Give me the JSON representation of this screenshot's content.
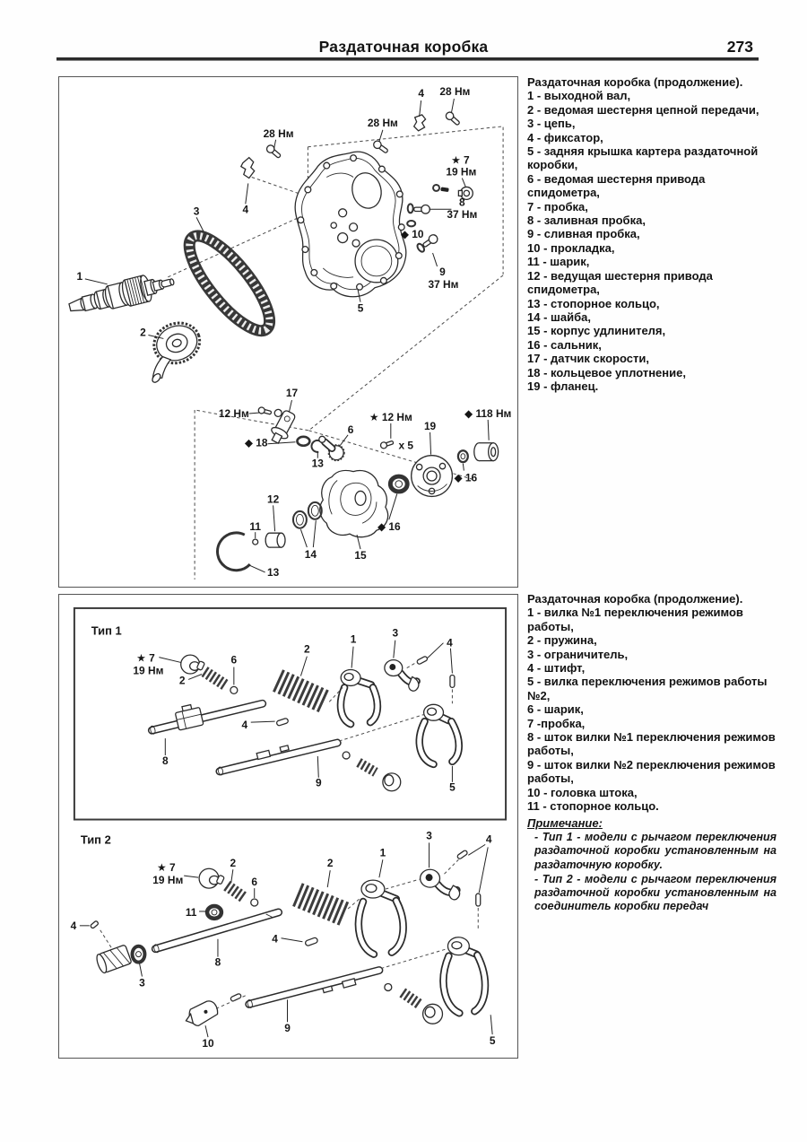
{
  "page": {
    "title": "Раздаточная коробка",
    "number": "273"
  },
  "parts_list_top": {
    "title": "Раздаточная коробка (продолжение).",
    "items": [
      "1 - выходной вал,",
      "2 - ведомая шестерня цепной передачи,",
      "3 - цепь,",
      "4 - фиксатор,",
      "5 - задняя крышка картера раздаточной коробки,",
      "6 - ведомая шестерня привода спидометра,",
      "7 - пробка,",
      "8 - заливная пробка,",
      "9 - сливная пробка,",
      "10 - прокладка,",
      "11 - шарик,",
      "12 - ведущая шестерня привода спидометра,",
      "13 - стопорное кольцо,",
      "14 - шайба,",
      "15 - корпус удлинителя,",
      "16 - сальник,",
      "17 - датчик скорости,",
      "18 - кольцевое уплотнение,",
      "19 - фланец."
    ]
  },
  "parts_list_bottom": {
    "title": "Раздаточная коробка (продолжение).",
    "items": [
      "1 - вилка №1 переключения режимов работы,",
      "2 - пружина,",
      "3 - ограничитель,",
      "4 - штифт,",
      "5 - вилка переключения режимов работы №2,",
      "6 - шарик,",
      "7 -пробка,",
      "8 - шток вилки №1 переключения режимов работы,",
      "9 - шток вилки №2 переключения режимов работы,",
      "10 - головка штока,",
      "11 - стопорное кольцо."
    ],
    "note_heading": "Примечание:",
    "notes": [
      "- Тип 1 - модели с рычагом переключения раздаточной коробки установленным на раздаточную коробку.",
      "- Тип 2 - модели с рычагом переключения раздаточной коробки установленным на соединитель коробки передач"
    ]
  },
  "diagram_top": {
    "labels": {
      "p1": "1",
      "p2": "2",
      "p3": "3",
      "p4a": "4",
      "p4b": "4",
      "p5": "5",
      "p6": "6",
      "p8": "8",
      "p9": "9",
      "p10": "◆ 10",
      "p11": "11",
      "p12": "12",
      "p13a": "13",
      "p13b": "13",
      "p14": "14",
      "p15": "15",
      "p16a": "◆ 16",
      "p16b": "◆ 16",
      "p17": "17",
      "p18": "◆ 18",
      "p19": "19",
      "star7": "★ 7",
      "t19": "19 Нм",
      "t28a": "28 Нм",
      "t28b": "28 Нм",
      "t28c": "28 Нм",
      "t37a": "37 Нм",
      "t37b": "37 Нм",
      "t12": "12 Нм",
      "star12": "★ 12 Нм",
      "x5": "x 5",
      "t118": "◆ 118 Нм"
    }
  },
  "diagram_bottom": {
    "type1_title": "Тип 1",
    "type2_title": "Тип 2",
    "t1": {
      "star7": "★ 7",
      "t19": "19 Нм",
      "p1": "1",
      "p2a": "2",
      "p2b": "2",
      "p3": "3",
      "p4a": "4",
      "p4b": "4",
      "p5": "5",
      "p6": "6",
      "p8": "8",
      "p9": "9"
    },
    "t2": {
      "star7": "★ 7",
      "t19": "19 Нм",
      "p1": "1",
      "p2a": "2",
      "p2b": "2",
      "p3a": "3",
      "p3b": "3",
      "p4a": "4",
      "p4b": "4",
      "p4c": "4",
      "p5": "5",
      "p6": "6",
      "p8": "8",
      "p9": "9",
      "p10": "10",
      "p11": "11"
    }
  }
}
